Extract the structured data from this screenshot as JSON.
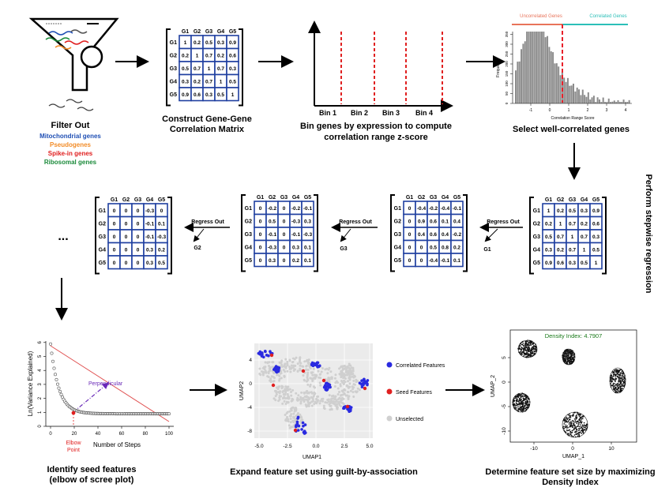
{
  "filter": {
    "title": "Filter Out",
    "items": [
      {
        "label": "Mitochondrial genes",
        "color": "#1f4fb4"
      },
      {
        "label": "Pseudogenes",
        "color": "#f28c28"
      },
      {
        "label": "Spike-in genes",
        "color": "#e02020"
      },
      {
        "label": "Ribosomal genes",
        "color": "#1a8a3a"
      }
    ]
  },
  "genes": [
    "G1",
    "G2",
    "G3",
    "G4",
    "G5"
  ],
  "matrices": {
    "full": [
      [
        "1",
        "0.2",
        "0.5",
        "0.3",
        "0.9"
      ],
      [
        "0.2",
        "1",
        "0.7",
        "0.2",
        "0.6"
      ],
      [
        "0.5",
        "0.7",
        "1",
        "0.7",
        "0.3"
      ],
      [
        "0.3",
        "0.2",
        "0.7",
        "1",
        "0.5"
      ],
      [
        "0.9",
        "0.6",
        "0.3",
        "0.5",
        "1"
      ]
    ],
    "g1": [
      [
        "0",
        "-0.4",
        "-0.2",
        "-0.4",
        "-0.1"
      ],
      [
        "0",
        "0.9",
        "0.6",
        "0.1",
        "0.4"
      ],
      [
        "0",
        "0.4",
        "0.6",
        "0.4",
        "-0.2"
      ],
      [
        "0",
        "0",
        "0.5",
        "0.8",
        "0.2"
      ],
      [
        "0",
        "0",
        "-0.4",
        "-0.1",
        "0.1"
      ]
    ],
    "g3": [
      [
        "0",
        "-0.2",
        "0",
        "-0.2",
        "-0.1"
      ],
      [
        "0",
        "0.5",
        "0",
        "-0.3",
        "0.3"
      ],
      [
        "0",
        "-0.1",
        "0",
        "-0.1",
        "-0.3"
      ],
      [
        "0",
        "-0.3",
        "0",
        "0.3",
        "0.1"
      ],
      [
        "0",
        "0.3",
        "0",
        "0.2",
        "0.1"
      ]
    ],
    "g2": [
      [
        "0",
        "0",
        "0",
        "-0.3",
        "0"
      ],
      [
        "0",
        "0",
        "0",
        "-0.1",
        "0.1"
      ],
      [
        "0",
        "0",
        "0",
        "-0.1",
        "-0.3"
      ],
      [
        "0",
        "0",
        "0",
        "0.3",
        "0.2"
      ],
      [
        "0",
        "0",
        "0",
        "0.3",
        "0.5"
      ]
    ]
  },
  "captions": {
    "matrix": [
      "Construct Gene-Gene",
      "Correlation Matrix"
    ],
    "bin": [
      "Bin genes by expression to compute",
      "correlation range z-score"
    ],
    "select": "Select well-correlated genes",
    "stepwise": "Perform stepwise regression",
    "seed": [
      "Identify seed features",
      "(elbow of scree plot)"
    ],
    "expand": "Expand feature set using guilt-by-association",
    "density": [
      "Determine feature set size by maximizing",
      "Density Index"
    ]
  },
  "bins": [
    "Bin 1",
    "Bin 2",
    "Bin 3",
    "Bin 4"
  ],
  "histogram": {
    "uncorrelated": "Uncorrelated Genes",
    "correlated": "Correlated Genes",
    "ylabel": "Frequency",
    "xlabel": "Correlation Range Score",
    "xticks": [
      "-1",
      "0",
      "1",
      "2",
      "3",
      "4"
    ],
    "yticks": [
      "0",
      "50",
      "100",
      "150",
      "200",
      "250",
      "300",
      "350"
    ],
    "uncorrelated_color": "#e8735a",
    "correlated_color": "#2bbfb8",
    "threshold_color": "#e8202a"
  },
  "regress": {
    "label": "Regress Out",
    "g1": "G1",
    "g3": "G3",
    "g2": "G2",
    "ellipsis": "..."
  },
  "scree": {
    "ylabel": "Ln(Variance Explained)",
    "xlabel": "Number of Steps",
    "perpendicular": "Perpendicular",
    "elbow": [
      "Elbow",
      "Point"
    ],
    "xticks": [
      "0",
      "20",
      "40",
      "60",
      "80",
      "100"
    ],
    "yticks": [
      "0",
      "1",
      "2",
      "3",
      "4",
      "5",
      "6"
    ]
  },
  "umap1": {
    "xlabel": "UMAP1",
    "ylabel": "UMAP2",
    "xticks": [
      "-5.0",
      "-2.5",
      "0.0",
      "2.5",
      "5.0"
    ],
    "yticks": [
      "-8",
      "-4",
      "0",
      "4"
    ],
    "legend": [
      "Correlated Features",
      "Seed Features",
      "Unselected"
    ],
    "colors": [
      "#2a2ae0",
      "#e02020",
      "#d0d0d0"
    ]
  },
  "umap2": {
    "xlabel": "UMAP_1",
    "ylabel": "UMAP_2",
    "density": "Density Index:  4.7907",
    "density_color": "#1a7a1a",
    "xticks": [
      "-10",
      "0",
      "10"
    ],
    "yticks": [
      "-10",
      "-5",
      "0",
      "5"
    ]
  }
}
